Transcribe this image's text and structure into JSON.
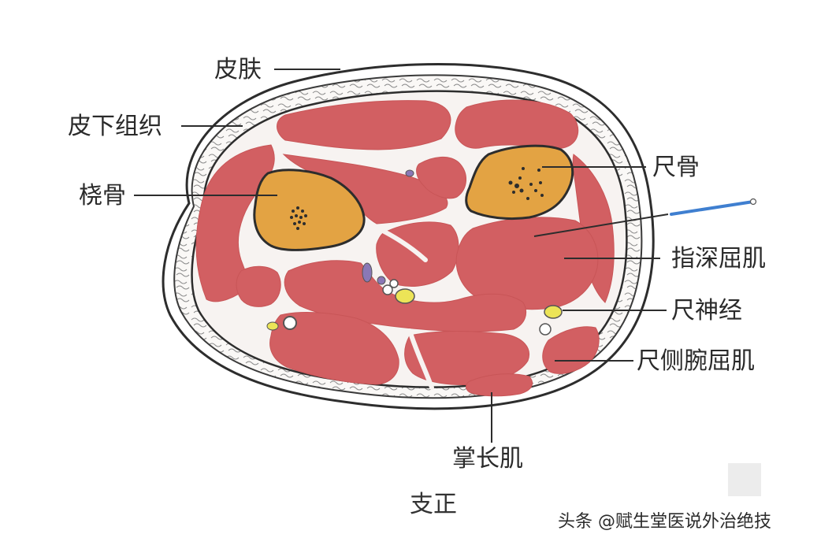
{
  "labels": {
    "skin": "皮肤",
    "subcutaneous": "皮下组织",
    "radius": "桡骨",
    "ulna": "尺骨",
    "fdp": "指深屈肌",
    "ulnar_nerve": "尺神经",
    "fcu": "尺侧腕屈肌",
    "palmaris_longus": "掌长肌"
  },
  "caption": "支正",
  "watermark": "头条 @赋生堂医说外治绝技",
  "colors": {
    "muscle": "#d25f62",
    "bone": "#e3a343",
    "fat": "#f7f3f1",
    "vein": "#8a78b6",
    "nerve": "#ece457",
    "needle": "#3f7fd0",
    "outline": "#2d2d2d"
  }
}
